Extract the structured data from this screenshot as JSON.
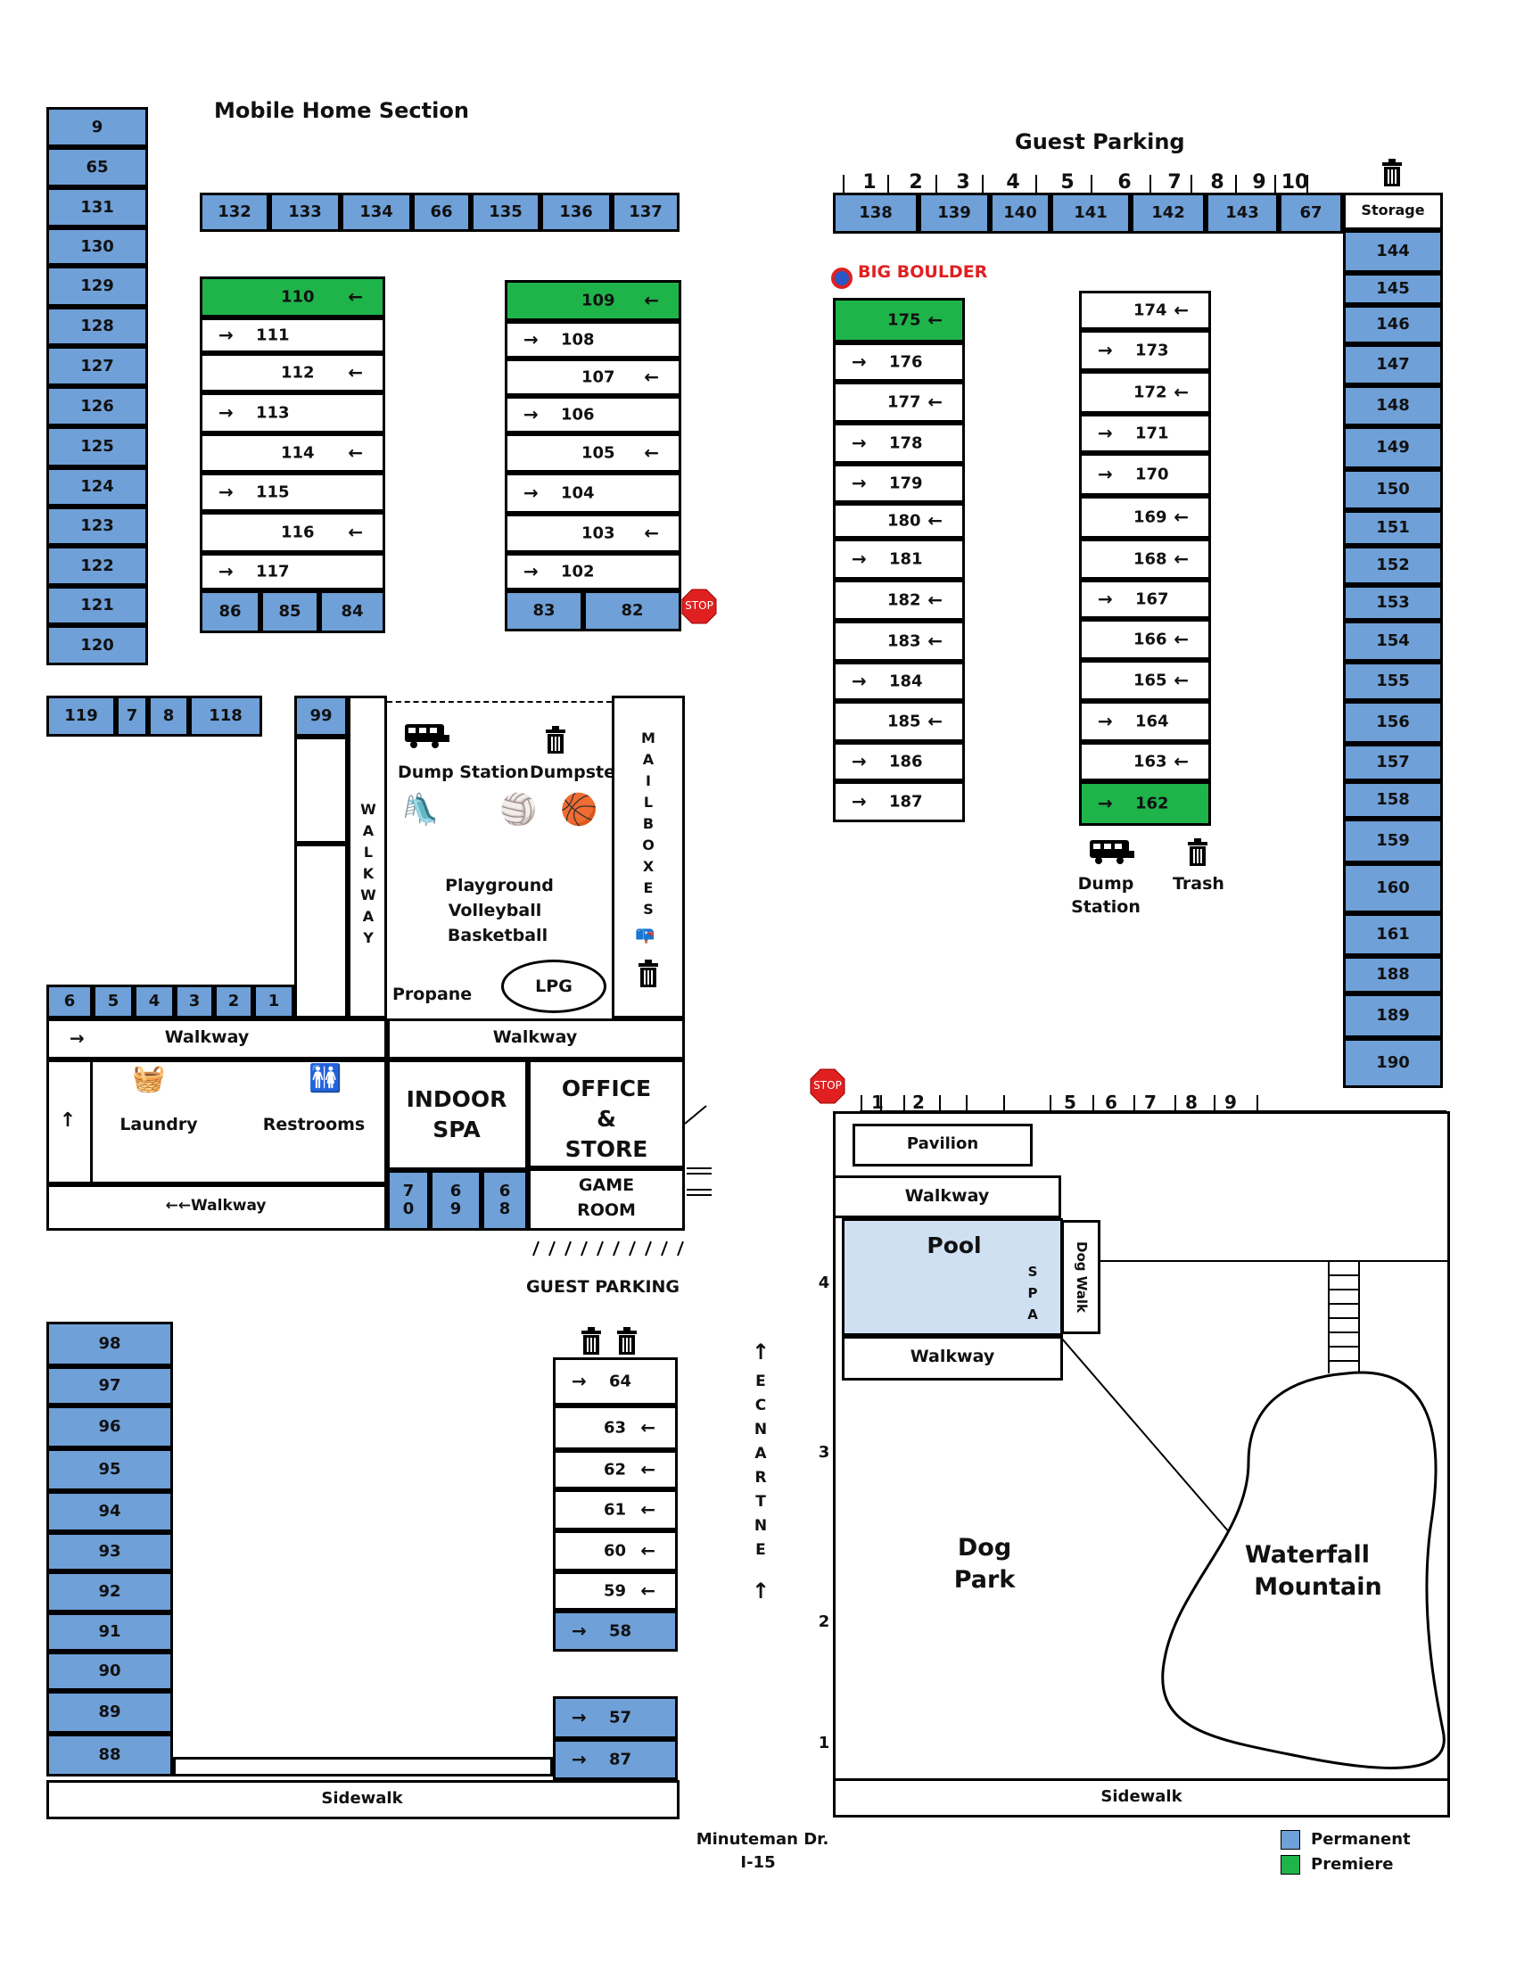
{
  "titles": {
    "mobile_home": "Mobile Home Section",
    "guest_parking_top": "Guest Parking",
    "guest_parking_mid": "GUEST PARKING",
    "big_boulder": "BIG BOULDER",
    "entrance": "E\nC\nN\nA\nR\nT\nN\nE",
    "address_line1": "Minuteman Dr.",
    "address_line2": "I-15"
  },
  "colors": {
    "permanent": "#6fa0d8",
    "premiere": "#1fb44a",
    "pool": "#cfe0f3",
    "boulder": "#e02020"
  },
  "left_column_top": [
    "9",
    "65",
    "131",
    "130",
    "129",
    "128",
    "127",
    "126",
    "125",
    "124",
    "123",
    "122",
    "121",
    "120"
  ],
  "top_row": [
    "132",
    "133",
    "134",
    "66",
    "135",
    "136",
    "137"
  ],
  "block_110": [
    {
      "n": "110",
      "a": "←",
      "green": true
    },
    {
      "n": "111",
      "a": "→"
    },
    {
      "n": "112",
      "a": "←"
    },
    {
      "n": "113",
      "a": "→"
    },
    {
      "n": "114",
      "a": "←"
    },
    {
      "n": "115",
      "a": "→"
    },
    {
      "n": "116",
      "a": "←"
    },
    {
      "n": "117",
      "a": "→"
    }
  ],
  "block_110_bottom": [
    "86",
    "85",
    "84"
  ],
  "block_109": [
    {
      "n": "109",
      "a": "←",
      "green": true
    },
    {
      "n": "108",
      "a": "→"
    },
    {
      "n": "107",
      "a": "←"
    },
    {
      "n": "106",
      "a": "→"
    },
    {
      "n": "105",
      "a": "←"
    },
    {
      "n": "104",
      "a": "→"
    },
    {
      "n": "103",
      "a": "←"
    },
    {
      "n": "102",
      "a": "→"
    }
  ],
  "block_109_bottom": [
    "83",
    "82"
  ],
  "row_119": [
    "119",
    "7",
    "8",
    "118"
  ],
  "site_99": "99",
  "walkway_vertical": "W\nA\nL\nK\nW\nA\nY",
  "mailboxes": "M\nA\nI\nL\nB\nO\nX\nE\nS",
  "amenities": {
    "dump_station": "Dump Station",
    "dumpster": "Dumpster",
    "playground": "Playground",
    "volleyball": "Volleyball",
    "basketball": "Basketball",
    "propane": "Propane",
    "lpg": "LPG",
    "laundry": "Laundry",
    "restrooms": "Restrooms",
    "indoor_spa_1": "INDOOR",
    "indoor_spa_2": "SPA",
    "office_1": "OFFICE",
    "office_2": "&",
    "office_3": "STORE",
    "game_1": "GAME",
    "game_2": "ROOM",
    "walkway": "Walkway",
    "walkway_left": "←←Walkway",
    "dump_station_2a": "Dump",
    "dump_station_2b": "Station",
    "trash": "Trash",
    "storage": "Storage",
    "stop": "STOP",
    "pavilion": "Pavilion",
    "pool": "Pool",
    "spa": "S\nP\nA",
    "dog_walk": "Dog Walk",
    "dog_park_1": "Dog",
    "dog_park_2": "Park",
    "waterfall_1": "Waterfall",
    "waterfall_2": "Mountain",
    "sidewalk": "Sidewalk"
  },
  "small_row_6_1": [
    "6",
    "5",
    "4",
    "3",
    "2",
    "1"
  ],
  "sites_70_69_68": [
    "7\n0",
    "6\n9",
    "6\n8"
  ],
  "guest_parking_numbers_top": [
    "1",
    "2",
    "3",
    "4",
    "5",
    "6",
    "7",
    "8",
    "9",
    "10"
  ],
  "guest_parking_numbers_bottom": [
    "1",
    "2",
    "5",
    "6",
    "7",
    "8",
    "9"
  ],
  "dog_park_side_numbers": [
    "4",
    "3",
    "2",
    "1"
  ],
  "top_right_row": [
    "138",
    "139",
    "140",
    "141",
    "142",
    "143",
    "67"
  ],
  "right_column": [
    "144",
    "145",
    "146",
    "147",
    "148",
    "149",
    "150",
    "151",
    "152",
    "153",
    "154",
    "155",
    "156",
    "157",
    "158",
    "159",
    "160",
    "161",
    "188",
    "189",
    "190"
  ],
  "block_175": [
    {
      "n": "175",
      "a": "←",
      "green": true
    },
    {
      "n": "176",
      "a": "→"
    },
    {
      "n": "177",
      "a": "←"
    },
    {
      "n": "178",
      "a": "→"
    },
    {
      "n": "179",
      "a": "→"
    },
    {
      "n": "180",
      "a": "←"
    },
    {
      "n": "181",
      "a": "→"
    },
    {
      "n": "182",
      "a": "←"
    },
    {
      "n": "183",
      "a": "←"
    },
    {
      "n": "184",
      "a": "→"
    },
    {
      "n": "185",
      "a": "←"
    },
    {
      "n": "186",
      "a": "→"
    },
    {
      "n": "187",
      "a": "→"
    }
  ],
  "block_174": [
    {
      "n": "174",
      "a": "←"
    },
    {
      "n": "173",
      "a": "→"
    },
    {
      "n": "172",
      "a": "←"
    },
    {
      "n": "171",
      "a": "→"
    },
    {
      "n": "170",
      "a": "→"
    },
    {
      "n": "169",
      "a": "←"
    },
    {
      "n": "168",
      "a": "←"
    },
    {
      "n": "167",
      "a": "→"
    },
    {
      "n": "166",
      "a": "←"
    },
    {
      "n": "165",
      "a": "←"
    },
    {
      "n": "164",
      "a": "→"
    },
    {
      "n": "163",
      "a": "←"
    },
    {
      "n": "162",
      "a": "→",
      "green": true
    }
  ],
  "left_column_bottom": [
    "98",
    "97",
    "96",
    "95",
    "94",
    "93",
    "92",
    "91",
    "90",
    "89",
    "88"
  ],
  "block_64": [
    {
      "n": "64",
      "a": "→"
    },
    {
      "n": "63",
      "a": "←"
    },
    {
      "n": "62",
      "a": "←"
    },
    {
      "n": "61",
      "a": "←"
    },
    {
      "n": "60",
      "a": "←"
    },
    {
      "n": "59",
      "a": "←"
    },
    {
      "n": "58",
      "a": "→",
      "blue": true
    }
  ],
  "block_57": [
    {
      "n": "57",
      "a": "→"
    },
    {
      "n": "87",
      "a": "→"
    }
  ],
  "legend": [
    {
      "label": "Permanent",
      "color": "#6fa0d8"
    },
    {
      "label": "Premiere",
      "color": "#1fb44a"
    }
  ]
}
